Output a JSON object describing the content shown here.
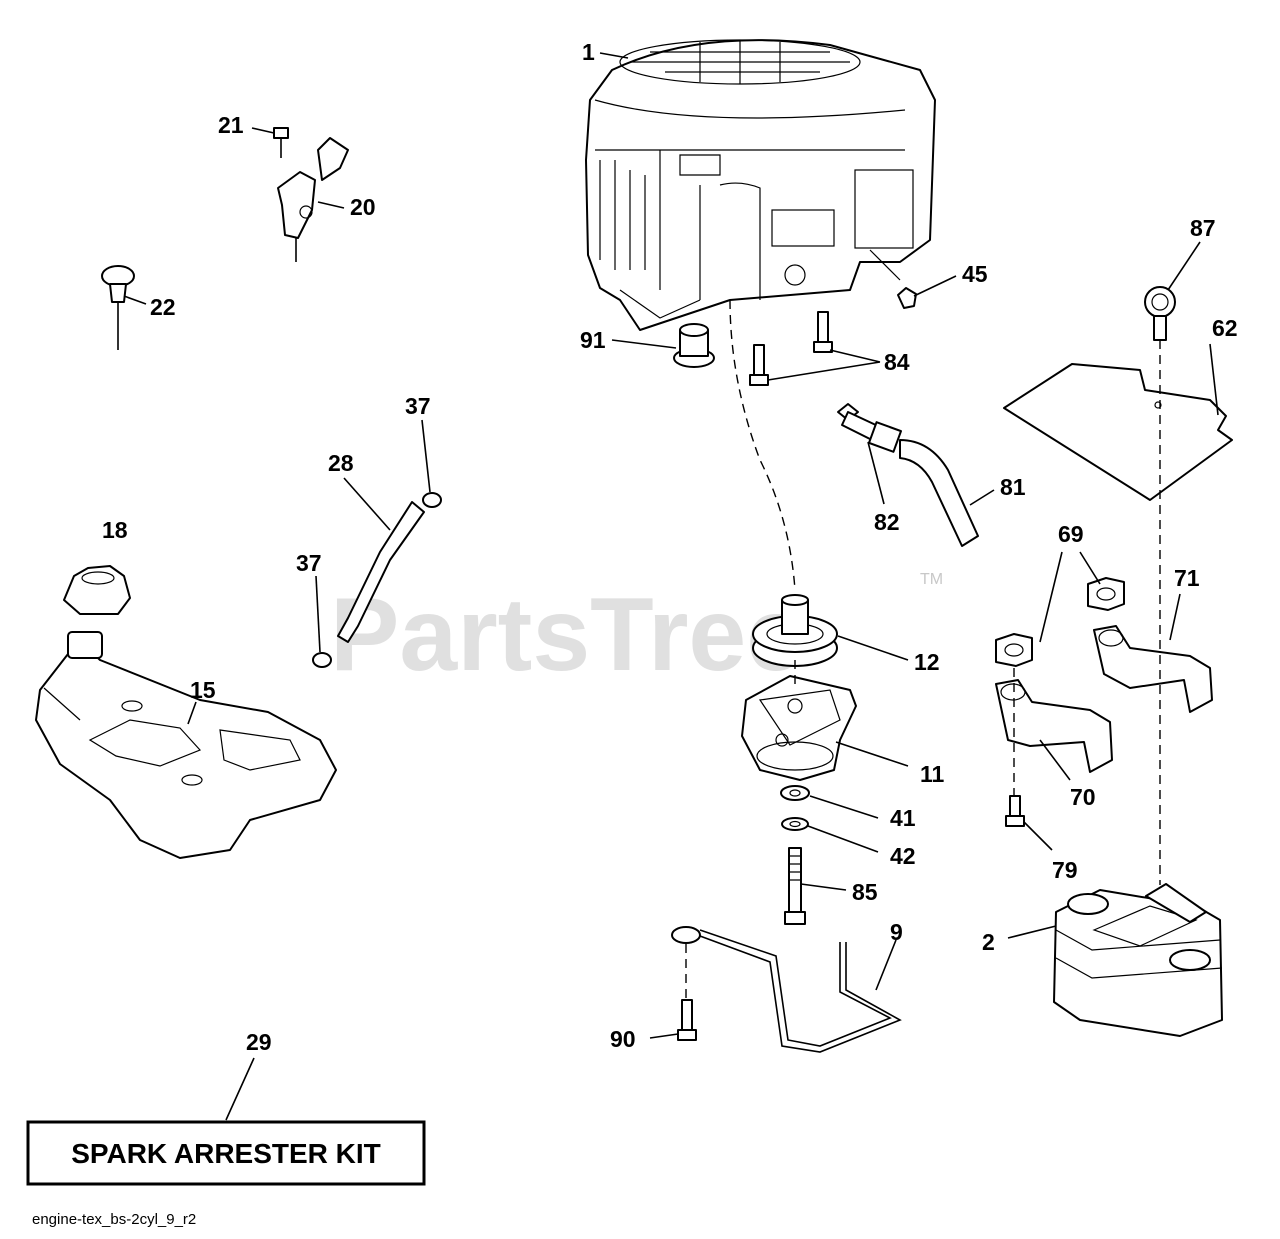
{
  "watermark": {
    "text": "PartsTree",
    "tm": "TM"
  },
  "kit_label": "SPARK ARRESTER KIT",
  "diagram_id": "engine-tex_bs-2cyl_9_r2",
  "callouts": {
    "p1": "1",
    "p21": "21",
    "p20": "20",
    "p22": "22",
    "p87": "87",
    "p45": "45",
    "p62": "62",
    "p91": "91",
    "p84": "84",
    "p37a": "37",
    "p28": "28",
    "p82": "82",
    "p81": "81",
    "p18": "18",
    "p69": "69",
    "p71": "71",
    "p37b": "37",
    "p12": "12",
    "p15": "15",
    "p11": "11",
    "p70": "70",
    "p41": "41",
    "p42": "42",
    "p79": "79",
    "p85": "85",
    "p2": "2",
    "p9": "9",
    "p90": "90",
    "p29": "29"
  }
}
